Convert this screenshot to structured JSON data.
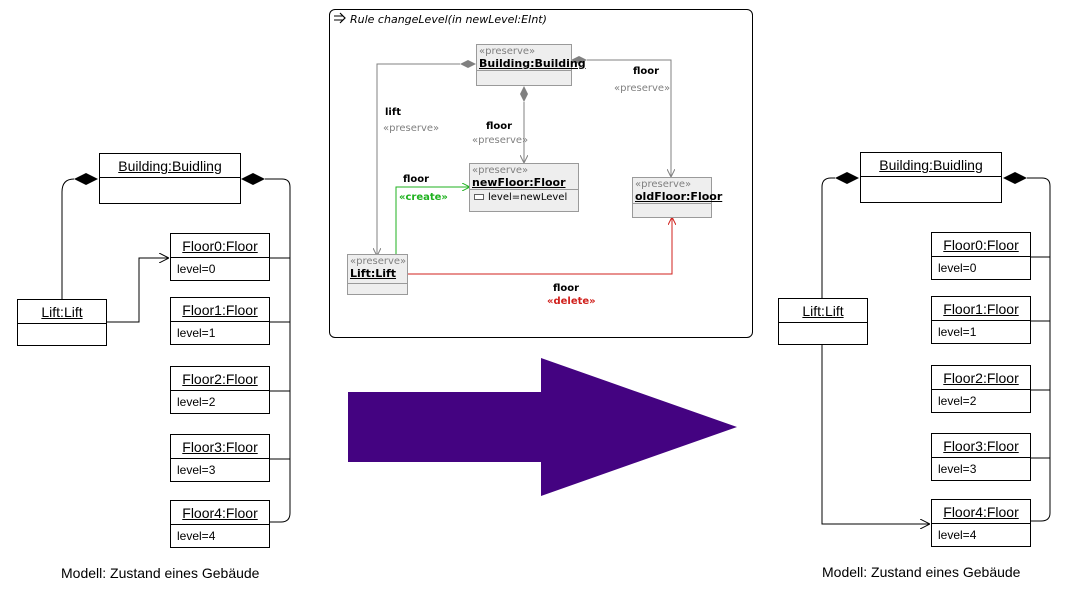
{
  "left_model": {
    "building": "Building:Buidling",
    "lift": "Lift:Lift",
    "floors": [
      {
        "name": "Floor0:Floor",
        "attr": "level=0"
      },
      {
        "name": "Floor1:Floor",
        "attr": "level=1"
      },
      {
        "name": "Floor2:Floor",
        "attr": "level=2"
      },
      {
        "name": "Floor3:Floor",
        "attr": "level=3"
      },
      {
        "name": "Floor4:Floor",
        "attr": "level=4"
      }
    ],
    "caption": "Modell: Zustand eines Gebäude"
  },
  "right_model": {
    "building": "Building:Buidling",
    "lift": "Lift:Lift",
    "floors": [
      {
        "name": "Floor0:Floor",
        "attr": "level=0"
      },
      {
        "name": "Floor1:Floor",
        "attr": "level=1"
      },
      {
        "name": "Floor2:Floor",
        "attr": "level=2"
      },
      {
        "name": "Floor3:Floor",
        "attr": "level=3"
      },
      {
        "name": "Floor4:Floor",
        "attr": "level=4"
      }
    ],
    "caption": "Modell: Zustand eines Gebäude"
  },
  "rule": {
    "title": "Rule changeLevel(in newLevel:EInt)",
    "building_node": {
      "stereotype": "«preserve»",
      "name": "Building:Building"
    },
    "new_floor_node": {
      "stereotype": "«preserve»",
      "name": "newFloor:Floor",
      "attr": "level=newLevel"
    },
    "old_floor_node": {
      "stereotype": "«preserve»",
      "name": "oldFloor:Floor"
    },
    "lift_node": {
      "stereotype": "«preserve»",
      "name": "Lift:Lift"
    },
    "edge_lift": {
      "name": "lift",
      "stereotype": "«preserve»"
    },
    "edge_floor_new": {
      "name": "floor",
      "stereotype": "«preserve»"
    },
    "edge_floor_old": {
      "name": "floor",
      "stereotype": "«preserve»"
    },
    "edge_create": {
      "name": "floor",
      "stereotype": "«create»"
    },
    "edge_delete": {
      "name": "floor",
      "stereotype": "«delete»"
    }
  },
  "colors": {
    "arrow": "#440381",
    "create": "#1fb21f",
    "delete": "#d0201c",
    "rule_node_fill": "#eeeeee"
  }
}
